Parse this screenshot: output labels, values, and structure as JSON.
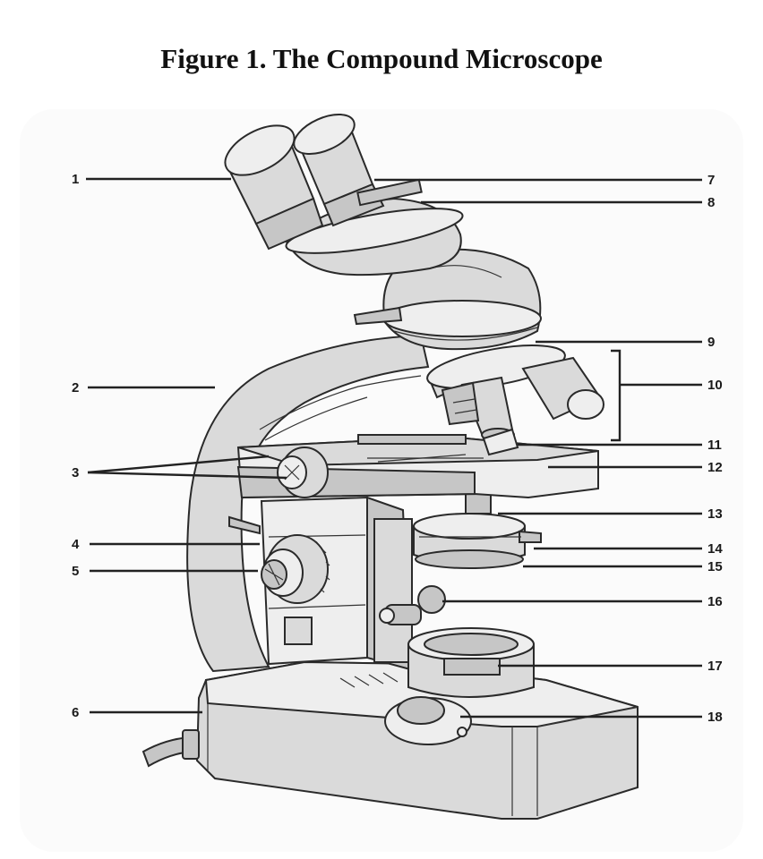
{
  "figure": {
    "title": "Figure 1. The Compound Microscope"
  },
  "labels": {
    "l1": "1",
    "l2": "2",
    "l3": "3",
    "l4": "4",
    "l5": "5",
    "l6": "6",
    "l7": "7",
    "l8": "8",
    "l9": "9",
    "l10": "10",
    "l11": "11",
    "l12": "12",
    "l13": "13",
    "l14": "14",
    "l15": "15",
    "l16": "16",
    "l17": "17",
    "l18": "18"
  },
  "colors": {
    "ink": "#2a2a2a",
    "shade": "#d4d4d4",
    "background": "#ffffff"
  }
}
